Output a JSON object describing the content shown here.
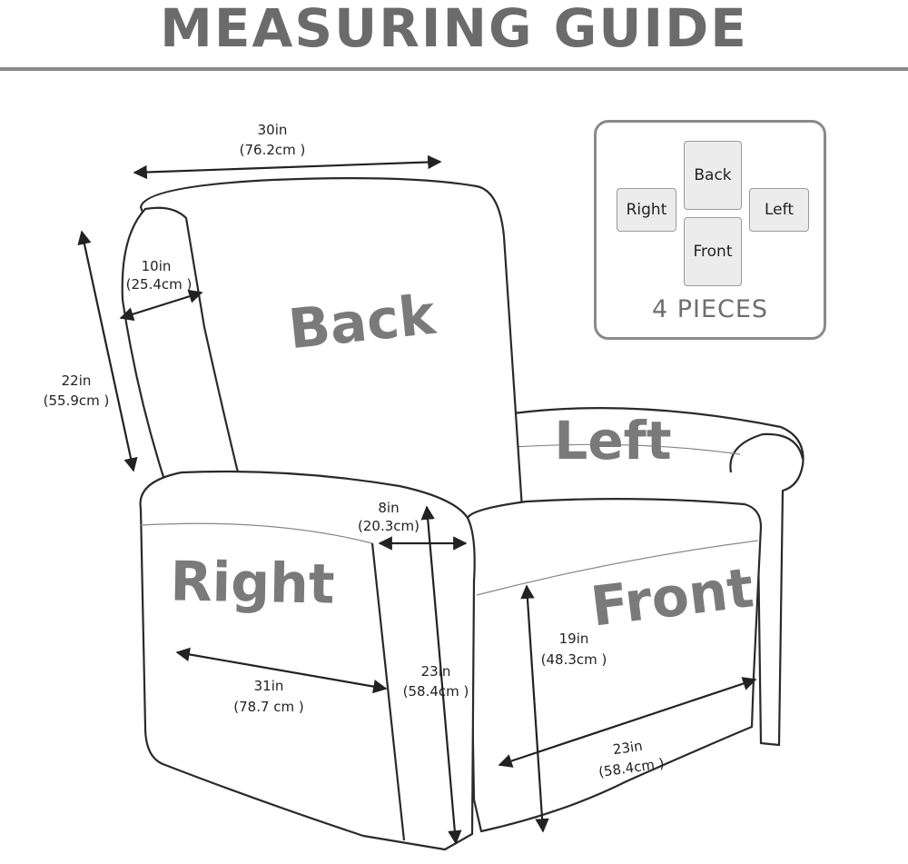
{
  "title": "MEASURING GUIDE",
  "panels": {
    "back": "Back",
    "left": "Left",
    "right": "Right",
    "front": "Front"
  },
  "measurements": {
    "back_width": {
      "in": "30in",
      "cm": "(76.2cm )"
    },
    "arm_top_width": {
      "in": "10in",
      "cm": "(25.4cm )"
    },
    "back_height": {
      "in": "22in",
      "cm": "(55.9cm )"
    },
    "arm_front_width": {
      "in": "8in",
      "cm": "(20.3cm)"
    },
    "arm_depth": {
      "in": "31in",
      "cm": "(78.7 cm )"
    },
    "arm_height": {
      "in": "23in",
      "cm": "(58.4cm )"
    },
    "footrest_height": {
      "in": "19in",
      "cm": "(48.3cm )"
    },
    "seat_width": {
      "in": "23in",
      "cm": "(58.4cm )"
    }
  },
  "legend": {
    "back": "Back",
    "right": "Right",
    "left": "Left",
    "front": "Front",
    "count_label": "4 PIECES"
  },
  "colors": {
    "title": "#6b6b6b",
    "panel_label": "#7a7a7a",
    "outline": "#2a2a2a"
  }
}
